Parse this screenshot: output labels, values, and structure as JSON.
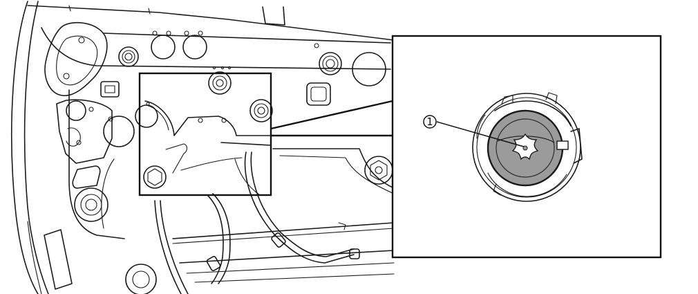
{
  "figure": {
    "type": "technical-line-illustration",
    "subject": "door-panel-clip-location",
    "callouts": [
      {
        "number": 1,
        "glyph": "①",
        "target": "torx-fastener"
      }
    ],
    "fastener": {
      "drive": "torx-star",
      "fill_color": "#9b9b9b"
    },
    "colors": {
      "line": "#1a1a1a",
      "background": "#ffffff",
      "highlight": "#9b9b9b"
    }
  }
}
